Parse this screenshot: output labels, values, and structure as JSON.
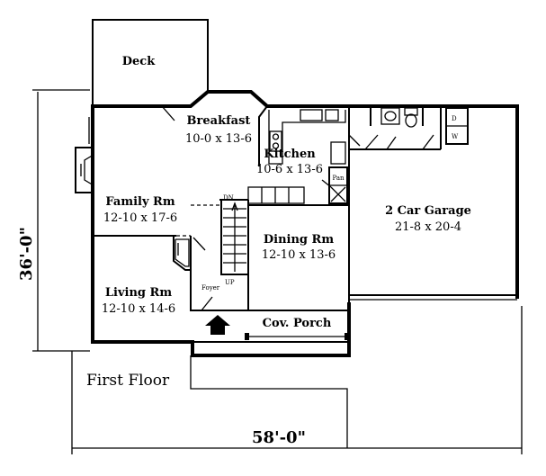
{
  "rooms": {
    "deck": {
      "name": "Deck"
    },
    "breakfast": {
      "name": "Breakfast",
      "size": "10-0 x 13-6"
    },
    "kitchen": {
      "name": "Kitchen",
      "size": "10-6 x 13-6"
    },
    "family": {
      "name": "Family Rm",
      "size": "12-10 x 17-6"
    },
    "dining": {
      "name": "Dining Rm",
      "size": "12-10 x 13-6"
    },
    "garage": {
      "name": "2 Car Garage",
      "size": "21-8 x 20-4"
    },
    "living": {
      "name": "Living Rm",
      "size": "12-10 x 14-6"
    },
    "porch": {
      "name": "Cov. Porch"
    }
  },
  "small_labels": {
    "pan": "Pan",
    "foyer": "Foyer",
    "dn": "DN",
    "up": "UP",
    "dryer": "D",
    "washer": "W"
  },
  "dimensions": {
    "depth": "36'-0\"",
    "width": "58'-0\""
  },
  "floor_label": "First Floor"
}
